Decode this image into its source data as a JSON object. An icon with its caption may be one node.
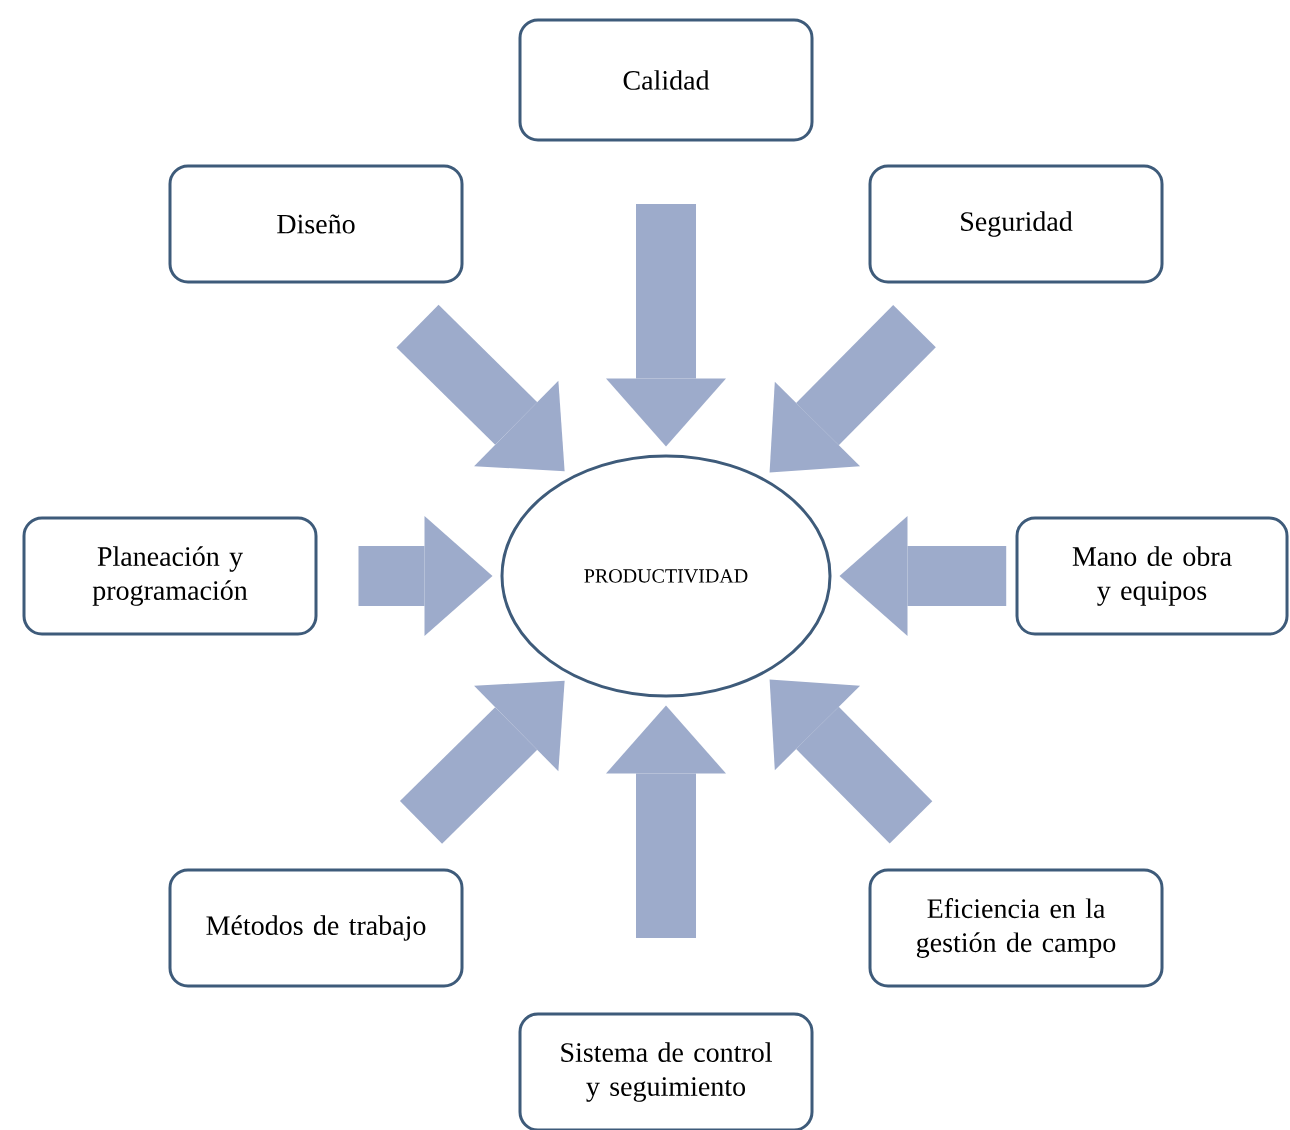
{
  "diagram": {
    "nodes": [
      {
        "text": [
          "Calidad"
        ]
      },
      {
        "text": [
          "Diseño"
        ]
      },
      {
        "text": [
          "Seguridad"
        ]
      },
      {
        "text": [
          "Planeación y programación"
        ]
      },
      {
        "text": [
          "PRODUCTIVIDAD"
        ]
      },
      {
        "text": [
          "Mano de obra y equipos"
        ]
      },
      {
        "text": [
          "Métodos de trabajo"
        ]
      },
      {
        "text": [
          "Eficiencia en la gestión de campo"
        ]
      },
      {
        "text": [
          "Sistema de control y seguimiento"
        ]
      }
    ],
    "edges": [
      {
        "from": 0,
        "to": 4,
        "arrow": "to"
      },
      {
        "from": 1,
        "to": 4,
        "arrow": "to"
      },
      {
        "from": 2,
        "to": 4,
        "arrow": "to"
      },
      {
        "from": 3,
        "to": 4,
        "arrow": "to"
      },
      {
        "from": 5,
        "to": 4,
        "arrow": "to"
      },
      {
        "from": 6,
        "to": 4,
        "arrow": "to"
      },
      {
        "from": 7,
        "to": 4,
        "arrow": "to"
      },
      {
        "from": 8,
        "to": 4,
        "arrow": "to"
      }
    ]
  }
}
